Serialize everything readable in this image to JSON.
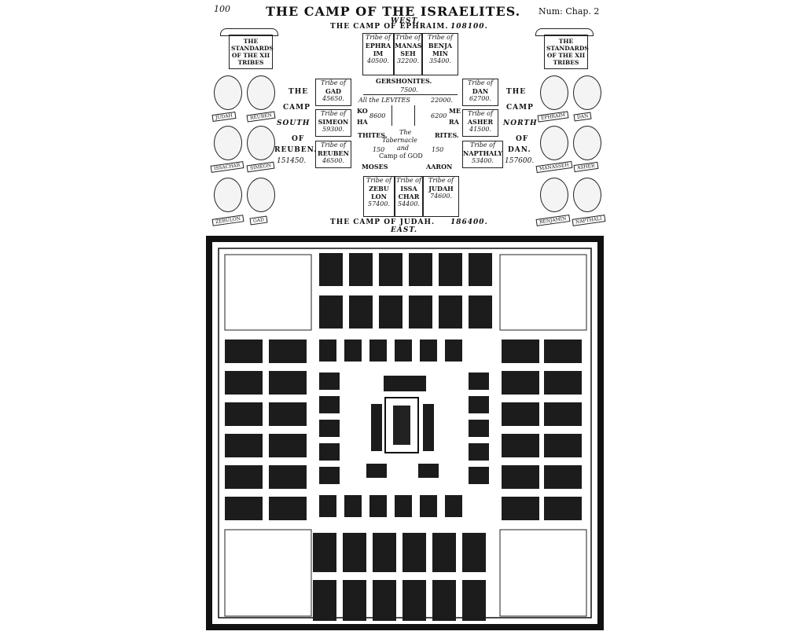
{
  "page_number": "100",
  "title": "THE CAMP OF THE ISRAELITES.",
  "chapter_ref": "Num: Chap. 2",
  "directions": {
    "west": "WEST.",
    "east": "EAST."
  },
  "camp_west": {
    "label": "THE CAMP OF EPHRAIM.",
    "total": "108100."
  },
  "camp_east": {
    "label": "THE CAMP OF JUDAH.",
    "total": "186400."
  },
  "camp_south": {
    "the": "THE",
    "camp": "CAMP",
    "south": "SOUTH",
    "of": "OF",
    "reuben": "REUBEN.",
    "total": "151450."
  },
  "camp_north": {
    "the": "THE",
    "camp": "CAMP",
    "north": "NORTH",
    "of": "OF",
    "dan": "DAN.",
    "total": "157600."
  },
  "tribes": {
    "ephraim": {
      "prefix": "Tribe of",
      "name": "EPHRA IM",
      "count": "40500."
    },
    "manasseh": {
      "prefix": "Tribe of",
      "name": "MANAS SEH",
      "count": "32200."
    },
    "benjamin": {
      "prefix": "Tribe of",
      "name": "BENJA MIN",
      "count": "35400."
    },
    "gad": {
      "prefix": "Tribe of",
      "name": "GAD",
      "count": "45650."
    },
    "simeon": {
      "prefix": "Tribe of",
      "name": "SIMEON",
      "count": "59300."
    },
    "reuben": {
      "prefix": "Tribe of",
      "name": "REUBEN",
      "count": "46500."
    },
    "dan": {
      "prefix": "Tribe of",
      "name": "DAN",
      "count": "62700."
    },
    "asher": {
      "prefix": "Tribe of",
      "name": "ASHER",
      "count": "41500."
    },
    "napthali": {
      "prefix": "Tribe of",
      "name": "NAPTHALY",
      "count": "53400."
    },
    "zebulon": {
      "prefix": "Tribe of",
      "name": "ZEBU LON",
      "count": "57400."
    },
    "issachar": {
      "prefix": "Tribe of",
      "name": "ISSA CHAR",
      "count": "54400."
    },
    "judah": {
      "prefix": "Tribe of",
      "name": "JUDAH",
      "count": "74600."
    }
  },
  "levites": {
    "gershonites": "GERSHONITES.",
    "gershonites_count": "7500.",
    "all_levites": "All the LEVITES",
    "all_levites_count": "22000.",
    "ko": "KO",
    "ha": "HA",
    "thites": "THITES.",
    "kohathites_count": "8600",
    "me": "ME",
    "ra": "RA",
    "rites": "RITES.",
    "merarites_count": "6200",
    "tabernacle_1": "The",
    "tabernacle_2": "Tabernacle",
    "tabernacle_3": "and",
    "camp_of_god": "Camp of GOD",
    "moses": "MOSES",
    "aaron": "AARON",
    "num_left": "150",
    "num_right": "150"
  },
  "banners": {
    "left": "THE STANDARDS OF THE XII TRIBES",
    "right": "THE STANDARDS OF THE XII TRIBES"
  },
  "ribbons": {
    "left": [
      "JUDAH",
      "REUBEN",
      "ISSACHAR",
      "SIMEON",
      "ZEBULON",
      "GAD"
    ],
    "right": [
      "EPHRAIM",
      "DAN",
      "MANASSEH",
      "ASHER",
      "BENJAMIN",
      "NAPTHALI"
    ]
  }
}
